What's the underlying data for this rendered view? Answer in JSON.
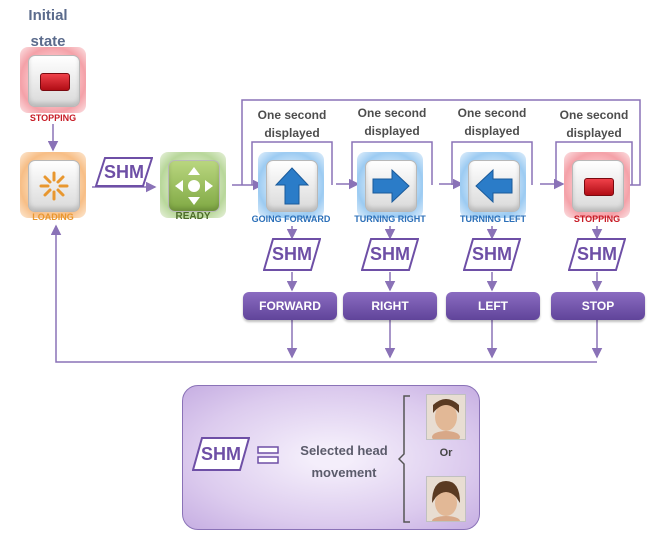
{
  "initial_state": "Initial state",
  "states": {
    "stopping_initial": "STOPPING",
    "loading": "LOADING",
    "ready": "READY",
    "going_forward": "GOING FORWARD",
    "turning_right": "TURNING RIGHT",
    "turning_left": "TURNING LEFT",
    "stopping": "STOPPING"
  },
  "shm_label": "SHM",
  "one_second": [
    "One second",
    "displayed"
  ],
  "commands": [
    "FORWARD",
    "RIGHT",
    "LEFT",
    "STOP"
  ],
  "legend": {
    "line1": "Selected head",
    "line2": "movement",
    "or": "Or"
  },
  "colors": {
    "shm_purple": "#6e4fa6",
    "command_purple": "#6b4fa6",
    "arrow_blue": "#2b7cc8",
    "stop_red": "#d9141e",
    "flow_line": "#8a72b7"
  }
}
